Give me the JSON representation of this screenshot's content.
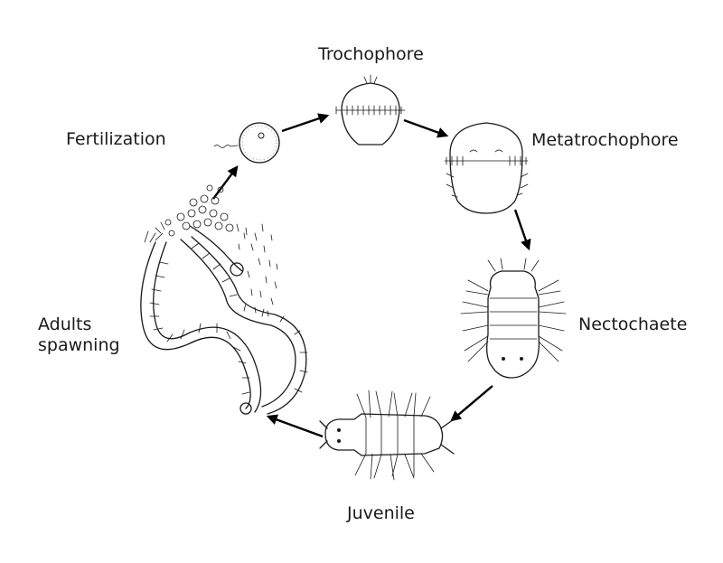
{
  "stages": {
    "trochophore": "Trochophore",
    "metatrochophore": "Metatrochophore",
    "nectochaete": "Nectochaete",
    "juvenile": "Juvenile",
    "adults_spawning": "Adults spawning",
    "fertilization": "Fertilization"
  },
  "colors": {
    "ink": "#1a1a1a",
    "arrow": "#000000",
    "background": "#ffffff"
  },
  "icons": [
    "egg-icon",
    "trochophore-larva-icon",
    "metatrochophore-larva-icon",
    "nectochaete-larva-icon",
    "juvenile-worm-icon",
    "adult-worms-icon"
  ]
}
